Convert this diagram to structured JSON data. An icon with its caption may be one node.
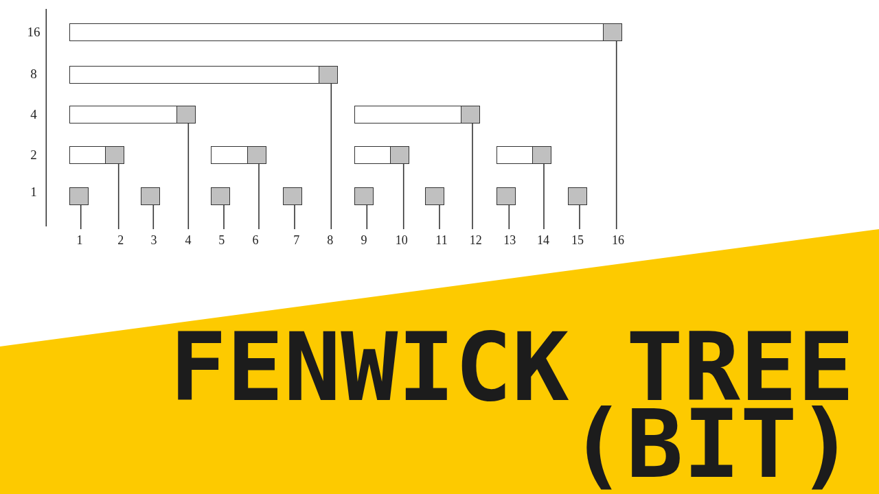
{
  "diagram": {
    "title": "FENWICK TREE (BIT)",
    "nodes": [
      {
        "text": [],
        "shape": "bar"
      },
      {
        "text": [],
        "shape": "bar"
      },
      {
        "text": [],
        "shape": "bar"
      },
      {
        "text": [],
        "shape": "bar"
      },
      {
        "text": [],
        "shape": "bar"
      },
      {
        "text": [],
        "shape": "bar"
      },
      {
        "text": [],
        "shape": "bar"
      },
      {
        "text": [],
        "shape": "bar"
      },
      {
        "text": [],
        "shape": "box"
      },
      {
        "text": [],
        "shape": "box"
      },
      {
        "text": [],
        "shape": "box"
      },
      {
        "text": [],
        "shape": "box"
      },
      {
        "text": [],
        "shape": "box"
      },
      {
        "text": [],
        "shape": "box"
      },
      {
        "text": [],
        "shape": "box"
      },
      {
        "text": [],
        "shape": "box"
      },
      {
        "text": [
          "1"
        ]
      },
      {
        "text": [
          "2"
        ]
      },
      {
        "text": [
          "3"
        ]
      },
      {
        "text": [
          "4"
        ]
      },
      {
        "text": [
          "5"
        ]
      },
      {
        "text": [
          "6"
        ]
      },
      {
        "text": [
          "7"
        ]
      },
      {
        "text": [
          "8"
        ]
      },
      {
        "text": [
          "9"
        ]
      },
      {
        "text": [
          "10"
        ]
      },
      {
        "text": [
          "11"
        ]
      },
      {
        "text": [
          "12"
        ]
      },
      {
        "text": [
          "13"
        ]
      },
      {
        "text": [
          "14"
        ]
      },
      {
        "text": [
          "15"
        ]
      },
      {
        "text": [
          "16"
        ]
      }
    ],
    "edges": [
      {
        "from": 8,
        "to": 16,
        "arrow": "none"
      },
      {
        "from": 4,
        "to": 17,
        "arrow": "none"
      },
      {
        "from": 9,
        "to": 18,
        "arrow": "none"
      },
      {
        "from": 2,
        "to": 19,
        "arrow": "none"
      },
      {
        "from": 10,
        "to": 20,
        "arrow": "none"
      },
      {
        "from": 5,
        "to": 21,
        "arrow": "none"
      },
      {
        "from": 11,
        "to": 22,
        "arrow": "none"
      },
      {
        "from": 1,
        "to": 23,
        "arrow": "none"
      },
      {
        "from": 12,
        "to": 24,
        "arrow": "none"
      },
      {
        "from": 6,
        "to": 25,
        "arrow": "none"
      },
      {
        "from": 13,
        "to": 26,
        "arrow": "none"
      },
      {
        "from": 3,
        "to": 27,
        "arrow": "none"
      },
      {
        "from": 14,
        "to": 28,
        "arrow": "none"
      },
      {
        "from": 7,
        "to": 29,
        "arrow": "none"
      },
      {
        "from": 15,
        "to": 30,
        "arrow": "none"
      },
      {
        "from": 0,
        "to": 31,
        "arrow": "none"
      }
    ],
    "labels": [
      "16",
      "8",
      "4",
      "2",
      "1"
    ]
  }
}
